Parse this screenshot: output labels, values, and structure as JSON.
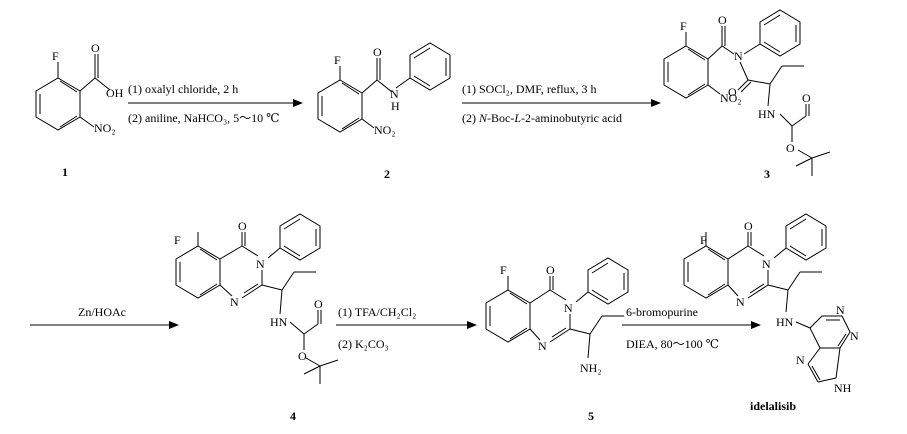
{
  "compounds": [
    {
      "label": "1"
    },
    {
      "label": "2"
    },
    {
      "label": "3"
    },
    {
      "label": "4"
    },
    {
      "label": "5"
    },
    {
      "label": "idelalisib"
    }
  ],
  "steps": [
    {
      "above": "(1) oxalyl chloride, 2 h",
      "below": "(2) aniline, NaHCO₃, 5～10 ℃"
    },
    {
      "above": "(1) SOCl₂, DMF, reflux, 3 h",
      "below_pre": "(2) ",
      "below_it1": "N",
      "below_mid1": "-Boc-",
      "below_it2": "L",
      "below_post": "-2-aminobutyric acid"
    },
    {
      "above": "Zn/HOAc",
      "below": ""
    },
    {
      "above": "(1) TFA/CH₂Cl₂",
      "below": "(2) K₂CO₃"
    },
    {
      "above": "6-bromopurine",
      "below": "DIEA, 80～100 ℃"
    }
  ],
  "atoms": {
    "F": "F",
    "O": "O",
    "OH": "OH",
    "NO2": "NO₂",
    "N": "N",
    "H": "H",
    "HN": "HN",
    "NH2": "NH₂",
    "HN_purine": "HN",
    "NH": "NH"
  }
}
